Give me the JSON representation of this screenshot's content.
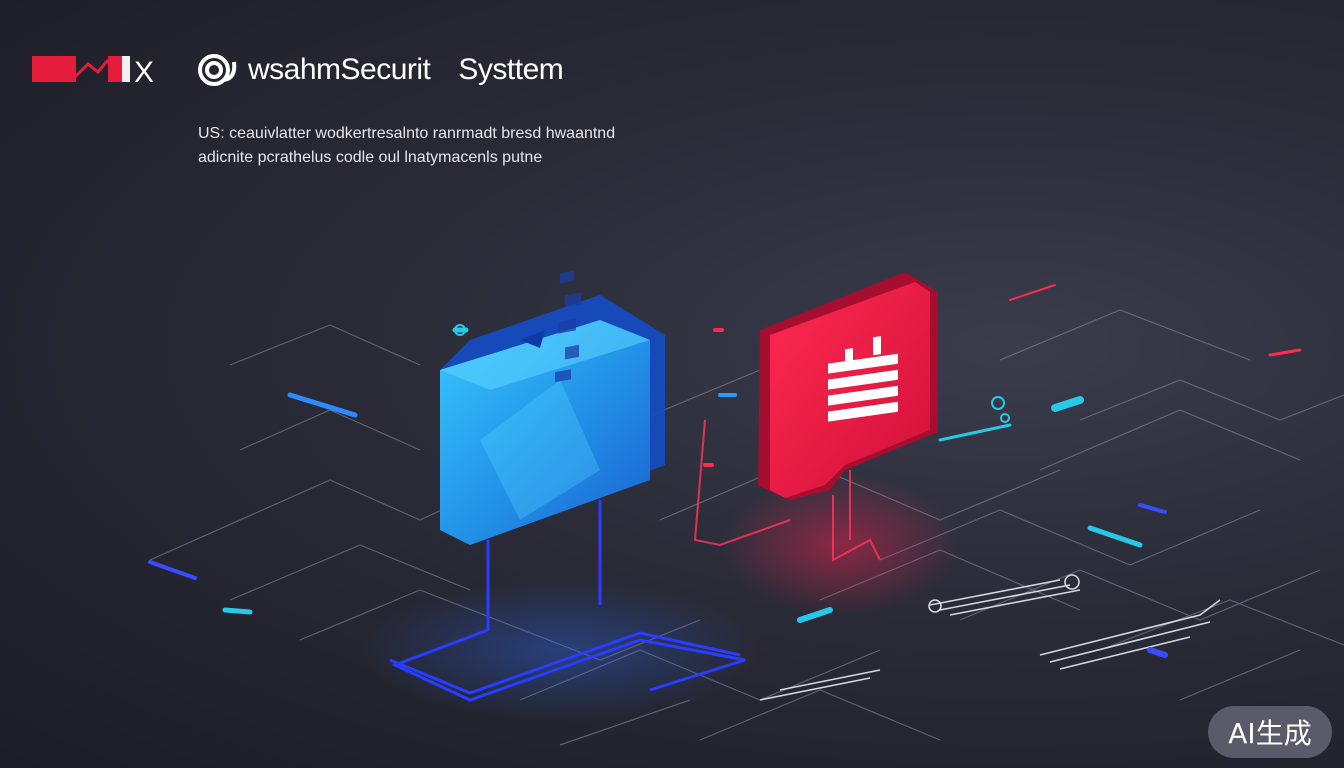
{
  "header": {
    "brand_icon": "red-brand-logo-icon",
    "brand_text": "X",
    "title_icon": "swirl-logo-icon",
    "title_part1": "wsahmSecurit",
    "title_part2": "Systtem"
  },
  "subtitle": {
    "line1": "US: ceauivlatter wodkertresalnto ranrmadt bresd hwaantnd",
    "line2": "adicnite pcrathelus codle oul lnatymacenls putne"
  },
  "illustration": {
    "left_panel_icon": "blue-shield-panel-icon",
    "right_panel_icon": "red-firewall-panel-icon",
    "firewall_glyph": "firewall-icon",
    "colors": {
      "blue_panel": "#2fa0f0",
      "red_panel": "#e8183e",
      "accent_cyan": "#27c9e8",
      "accent_blue": "#2a3cff"
    }
  },
  "badge": {
    "label": "AI生成"
  }
}
